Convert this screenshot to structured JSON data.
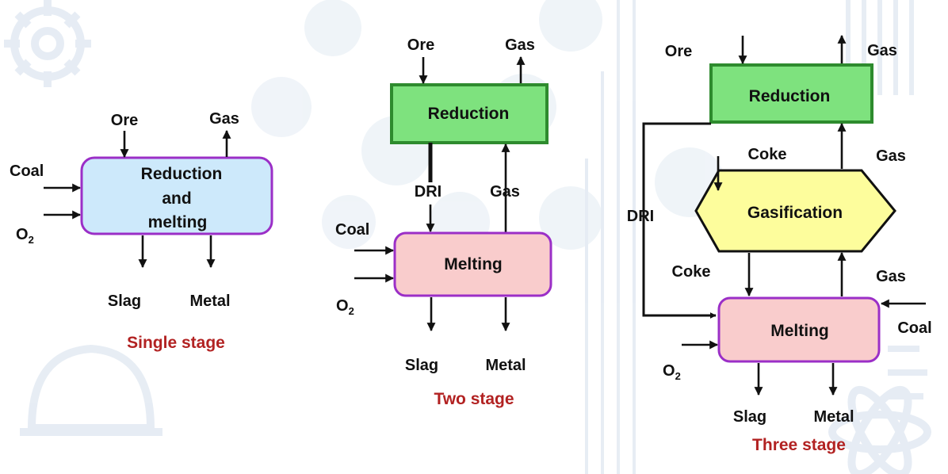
{
  "single_stage": {
    "caption": "Single stage",
    "box": {
      "line1": "Reduction",
      "line2": "and",
      "line3": "melting"
    },
    "ore": "Ore",
    "gas": "Gas",
    "coal": "Coal",
    "o2": "O",
    "o2_sub": "2",
    "slag": "Slag",
    "metal": "Metal"
  },
  "two_stage": {
    "caption": "Two stage",
    "reduction": "Reduction",
    "melting": "Melting",
    "ore": "Ore",
    "gas_top": "Gas",
    "dri": "DRI",
    "gas_mid": "Gas",
    "coal": "Coal",
    "o2": "O",
    "o2_sub": "2",
    "slag": "Slag",
    "metal": "Metal"
  },
  "three_stage": {
    "caption": "Three stage",
    "reduction": "Reduction",
    "gasification": "Gasification",
    "melting": "Melting",
    "ore": "Ore",
    "gas_top": "Gas",
    "coke_top": "Coke",
    "gas_upper": "Gas",
    "dri": "DRI",
    "coke_mid": "Coke",
    "gas_lower": "Gas",
    "coal": "Coal",
    "o2": "O",
    "o2_sub": "2",
    "slag": "Slag",
    "metal": "Metal"
  },
  "colors": {
    "reduction_green": "#7ee27e",
    "green_border": "#2e8b2e",
    "single_box_blue": "#cde9fb",
    "melting_pink": "#f9cccc",
    "box_border_purple": "#9b2fc7",
    "gasification_yellow": "#fdfd9c",
    "caption_red": "#b22222"
  }
}
